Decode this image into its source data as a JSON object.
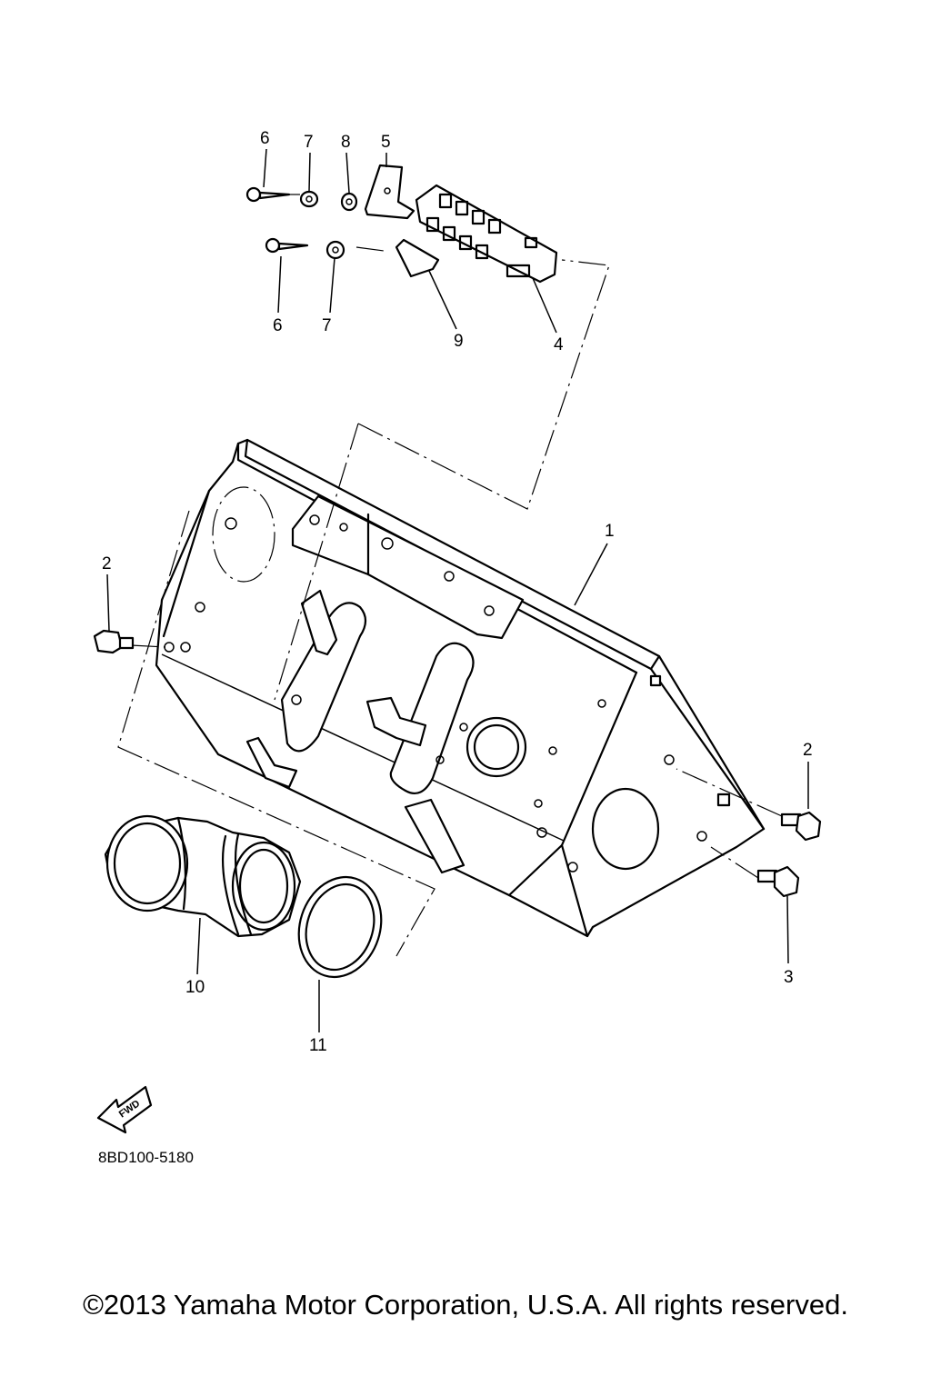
{
  "diagram": {
    "callouts": [
      {
        "id": "c6a",
        "label": "6"
      },
      {
        "id": "c7a",
        "label": "7"
      },
      {
        "id": "c8",
        "label": "8"
      },
      {
        "id": "c5",
        "label": "5"
      },
      {
        "id": "c6b",
        "label": "6"
      },
      {
        "id": "c7b",
        "label": "7"
      },
      {
        "id": "c9",
        "label": "9"
      },
      {
        "id": "c4",
        "label": "4"
      },
      {
        "id": "c1",
        "label": "1"
      },
      {
        "id": "c2a",
        "label": "2"
      },
      {
        "id": "c2b",
        "label": "2"
      },
      {
        "id": "c3",
        "label": "3"
      },
      {
        "id": "c10",
        "label": "10"
      },
      {
        "id": "c11",
        "label": "11"
      }
    ],
    "direction_mark": "FWD",
    "diagram_code": "8BD100-5180"
  },
  "footer": {
    "copyright": "©2013 Yamaha Motor Corporation, U.S.A. All rights reserved."
  }
}
